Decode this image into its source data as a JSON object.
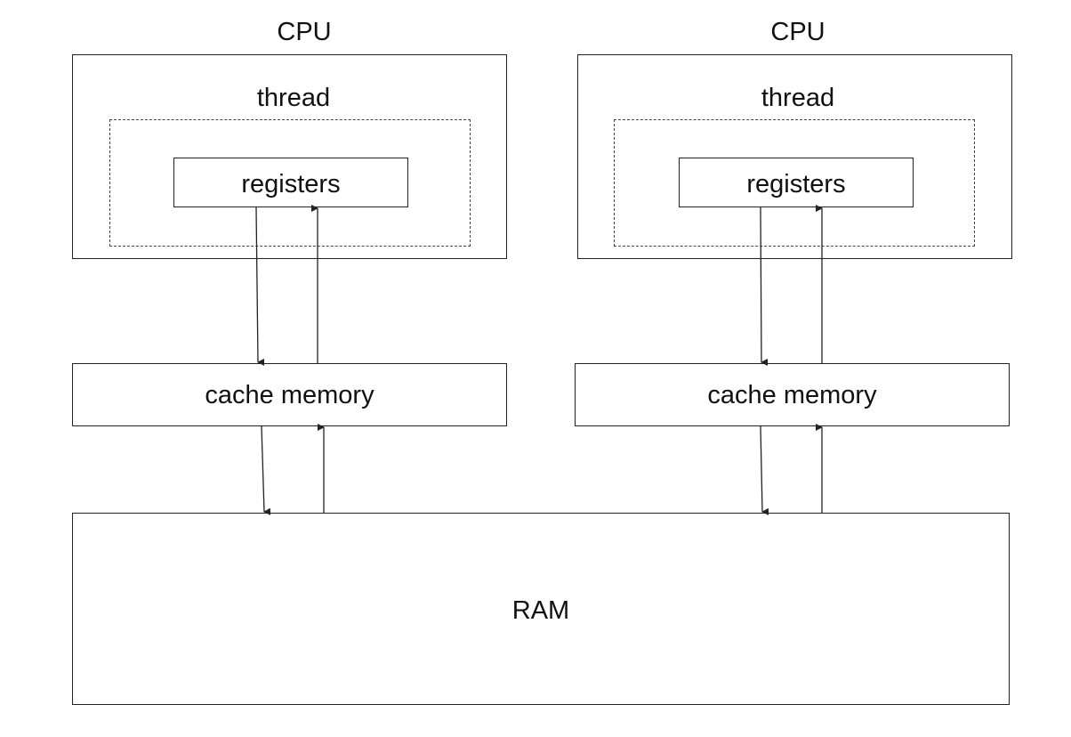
{
  "diagram": {
    "cpus": [
      {
        "title": "CPU",
        "thread_label": "thread",
        "registers_label": "registers",
        "cache_label": "cache memory"
      },
      {
        "title": "CPU",
        "thread_label": "thread",
        "registers_label": "registers",
        "cache_label": "cache memory"
      }
    ],
    "ram_label": "RAM",
    "colors": {
      "line": "#222222",
      "dashed": "#444444",
      "background": "#ffffff"
    }
  }
}
